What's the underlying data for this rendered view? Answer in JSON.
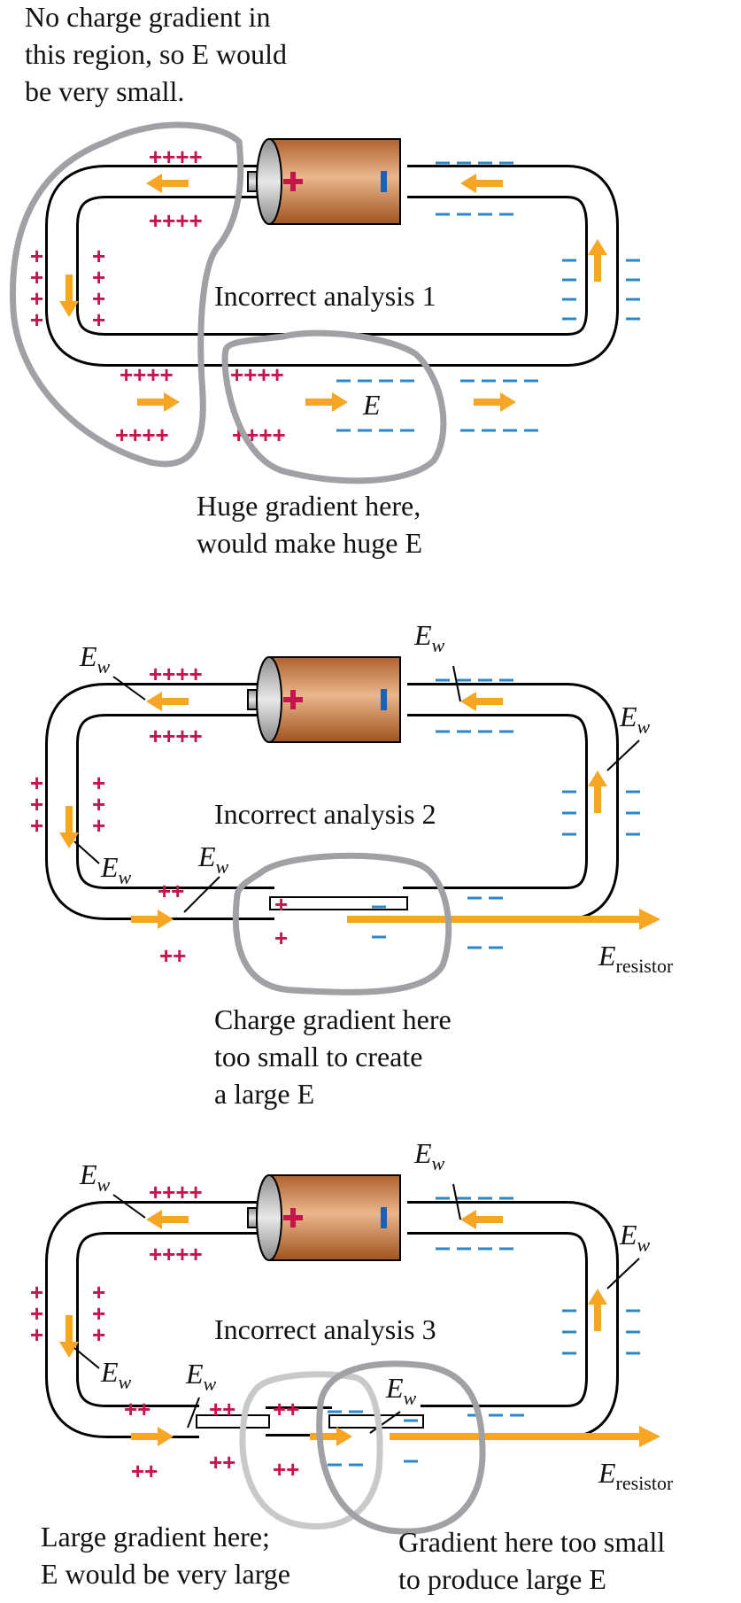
{
  "colors": {
    "positive": "#c4164c",
    "negative": "#2b87c6",
    "arrow": "#f6a623",
    "loop_dark": "#a0a1a5",
    "loop_light": "#c8c9cb",
    "battery": "#c8733f"
  },
  "panel1": {
    "note_top": [
      "No charge gradient in",
      "this region, so E would",
      "be very small."
    ],
    "title": "Incorrect analysis 1",
    "field_label": "E",
    "note_bottom": [
      "Huge gradient here,",
      "would make huge E"
    ]
  },
  "panel2": {
    "title": "Incorrect analysis 2",
    "field_symbol": "E",
    "field_sub": "w",
    "resistor_symbol": "E",
    "resistor_sub": "resistor",
    "note_bottom": [
      "Charge gradient here",
      "too small to create",
      "a large E"
    ]
  },
  "panel3": {
    "title": "Incorrect analysis 3",
    "field_symbol": "E",
    "field_sub": "w",
    "resistor_symbol": "E",
    "resistor_sub": "resistor",
    "note_left": [
      "Large gradient here;",
      "E would be very large"
    ],
    "note_right": [
      "Gradient here too small",
      "to produce large E"
    ]
  },
  "charges": {
    "plus4": "++++",
    "plus2": "++",
    "plus1": "+"
  }
}
